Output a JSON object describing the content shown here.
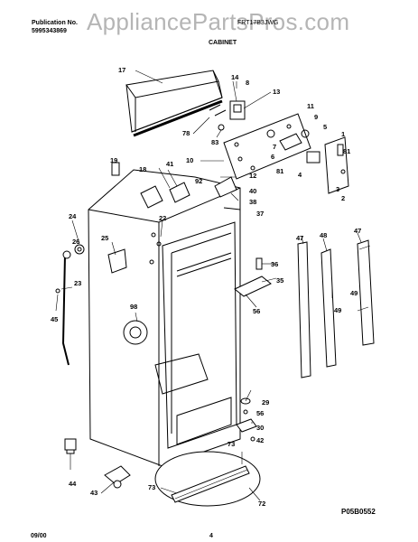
{
  "header": {
    "publication_label": "Publication No.",
    "publication_number": "5995343869",
    "model_line": "FRT17B3JWG",
    "section_title": "CABINET"
  },
  "watermark": "AppliancePartsPros.com",
  "diagram_code": "P05B0552",
  "footer": {
    "date": "09/00",
    "page": "4"
  },
  "part_labels": [
    "17",
    "14",
    "8",
    "13",
    "78",
    "83",
    "11",
    "9",
    "5",
    "1",
    "81",
    "10",
    "7",
    "6",
    "81",
    "4",
    "3",
    "2",
    "12",
    "19",
    "18",
    "41",
    "92",
    "40",
    "38",
    "37",
    "22",
    "24",
    "26",
    "25",
    "23",
    "45",
    "98",
    "36",
    "35",
    "56",
    "47",
    "48",
    "47",
    "49",
    "49",
    "29",
    "56",
    "30",
    "42",
    "73",
    "44",
    "43",
    "73",
    "72"
  ]
}
